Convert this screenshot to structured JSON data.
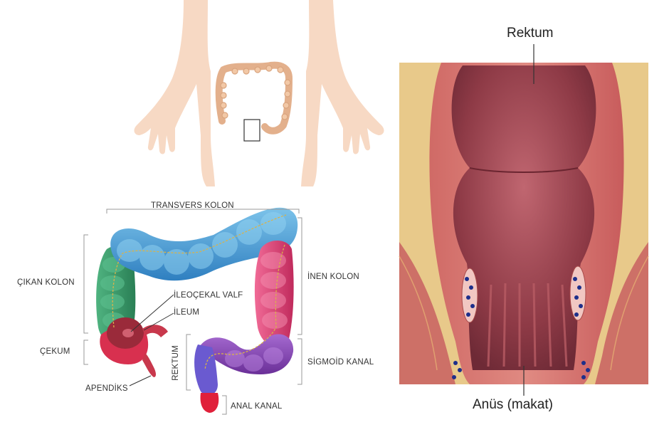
{
  "labels": {
    "transverse_colon": "TRANSVERS KOLON",
    "ascending_colon": "ÇIKAN KOLON",
    "descending_colon": "İNEN KOLON",
    "ileocecal_valve": "İLEOÇEKAL VALF",
    "ileum": "İLEUM",
    "cecum": "ÇEKUM",
    "appendix": "APENDİKS",
    "rectum_vertical": "REKTUM",
    "sigmoid_colon": "SİGMOİD KANAL",
    "anal_canal": "ANAL KANAL",
    "rectum_title": "Rektum",
    "anus": "Anüs (makat)"
  },
  "colors": {
    "skin": "#f7d9c4",
    "transverse": "#4fa3d8",
    "ascending": "#3a9a6a",
    "descending": "#e0457a",
    "sigmoid": "#8a4bb8",
    "rectum_small": "#6a5ad0",
    "anal": "#e0203a",
    "cecum": "#d8304f",
    "tissue_bg": "#e8c98a",
    "rectum_wall": "#c65a5a",
    "rectum_inner": "#9a3e4a",
    "vein": "#1e2f8a"
  }
}
